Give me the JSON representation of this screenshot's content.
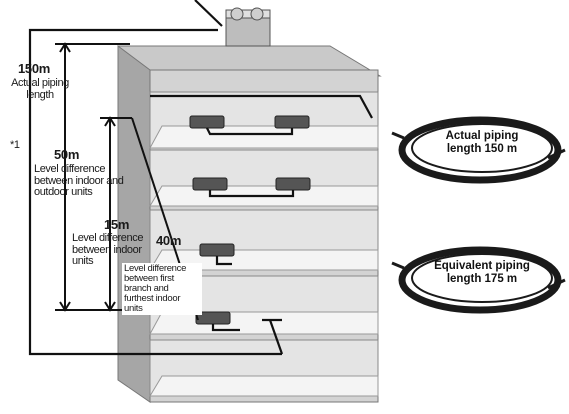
{
  "labels": {
    "total_value": "150m",
    "total_desc": "Actual piping length",
    "footnote": "*1",
    "level_io_value": "50m",
    "level_io_desc": "Level difference between indoor and outdoor units",
    "level_ii_value": "15m",
    "level_ii_desc": "Level difference between indoor units",
    "branch_value": "40m",
    "branch_desc": "Level difference between first branch and furthest indoor units"
  },
  "badges": [
    {
      "text": "Actual piping length 150 m"
    },
    {
      "text": "Equivalent piping length 175 m"
    }
  ],
  "colors": {
    "building_face": "#d6d6d6",
    "building_side": "#a9a9a9",
    "building_top": "#c4c4c4",
    "floor_slab": "#e6e6e6",
    "pipe": "#111111",
    "brush": "#1a1a1a"
  }
}
